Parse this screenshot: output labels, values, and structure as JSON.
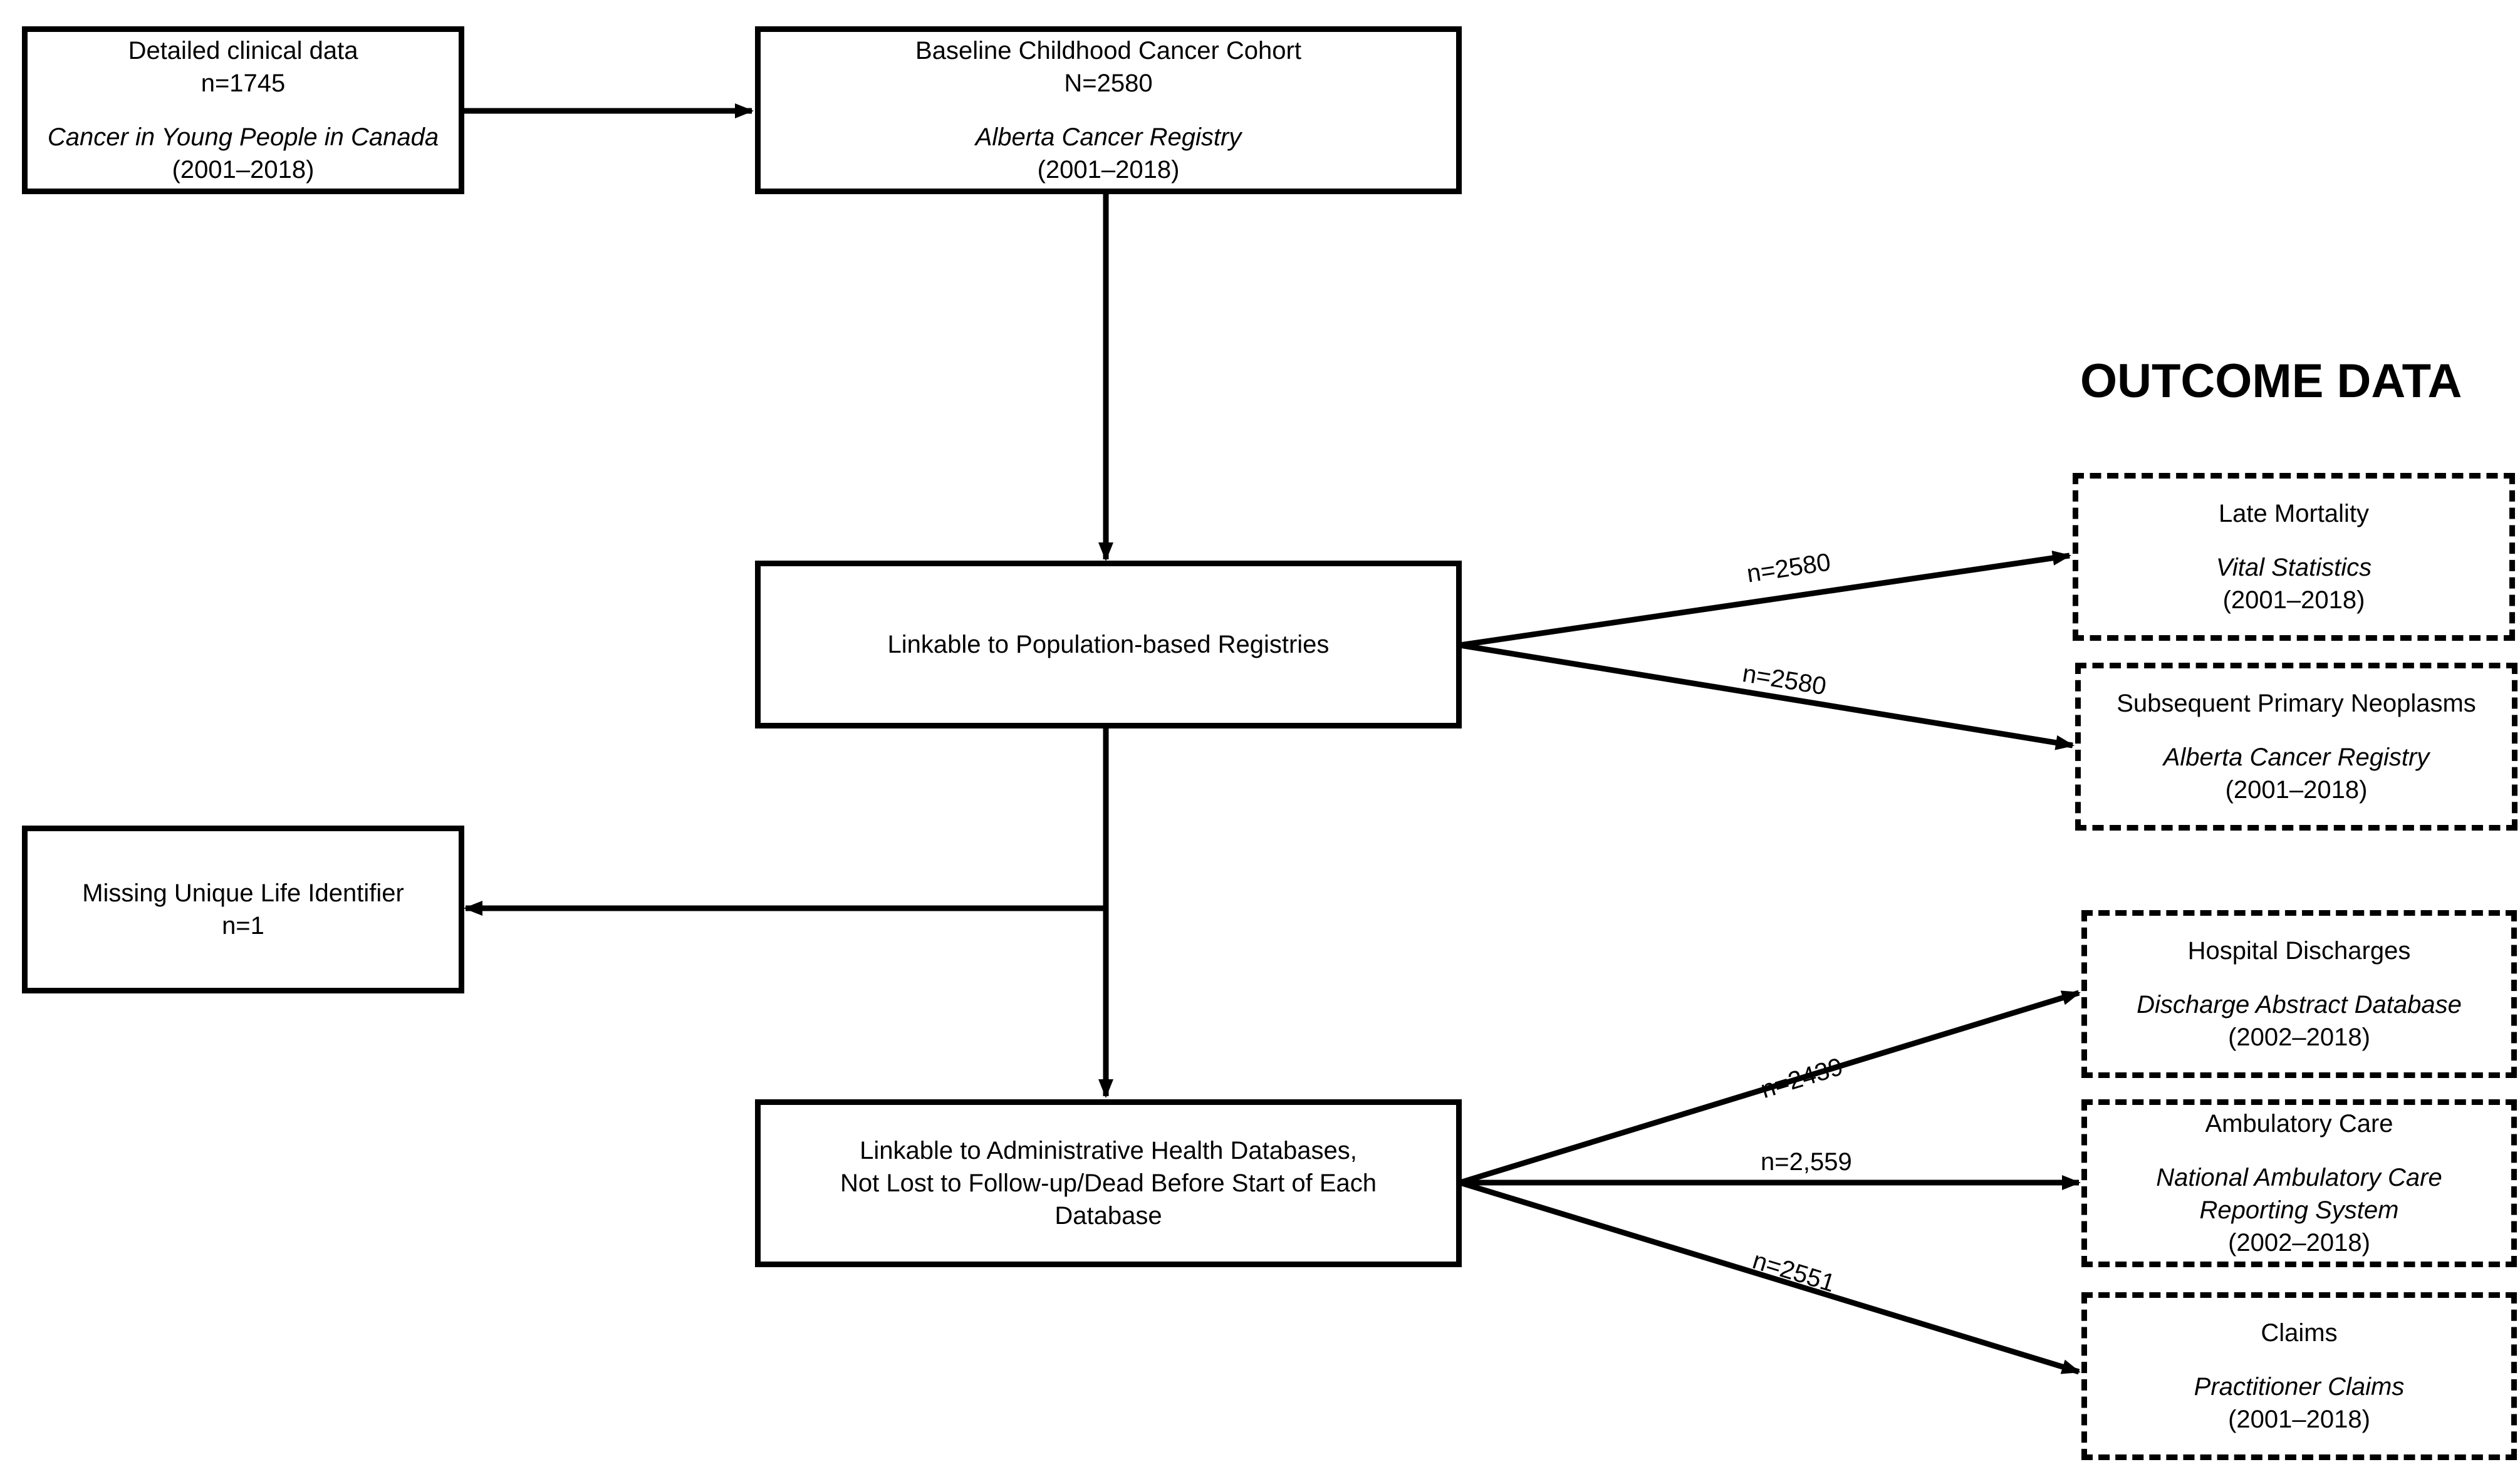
{
  "heading": "OUTCOME DATA",
  "boxes": {
    "clinical": {
      "line1": "Detailed clinical data",
      "line2": "n=1745",
      "source": "Cancer in Young People in Canada",
      "years": "(2001–2018)"
    },
    "baseline": {
      "line1": "Baseline Childhood Cancer Cohort",
      "line2": "N=2580",
      "source": "Alberta Cancer Registry",
      "years": "(2001–2018)"
    },
    "registries": {
      "line1": "Linkable to Population-based Registries"
    },
    "missing": {
      "line1": "Missing Unique Life Identifier",
      "line2": "n=1"
    },
    "admin": {
      "line1": "Linkable to Administrative Health Databases,",
      "line2": "Not Lost to Follow-up/Dead Before Start of Each",
      "line3": "Database"
    }
  },
  "outcomes": {
    "late_mortality": {
      "title": "Late Mortality",
      "source": "Vital Statistics",
      "years": "(2001–2018)"
    },
    "spn": {
      "title": "Subsequent Primary Neoplasms",
      "source": "Alberta Cancer Registry",
      "years": "(2001–2018)"
    },
    "hospital": {
      "title": "Hospital Discharges",
      "source": "Discharge Abstract Database",
      "years": "(2002–2018)"
    },
    "ambulatory": {
      "title": "Ambulatory Care",
      "source1": "National Ambulatory Care",
      "source2": "Reporting System",
      "years": "(2002–2018)"
    },
    "claims": {
      "title": "Claims",
      "source": "Practitioner Claims",
      "years": "(2001–2018)"
    }
  },
  "edge_labels": {
    "late_mortality": "n=2580",
    "spn": "n=2580",
    "hospital": "n=2439",
    "ambulatory": "n=2,559",
    "claims": "n=2551"
  }
}
